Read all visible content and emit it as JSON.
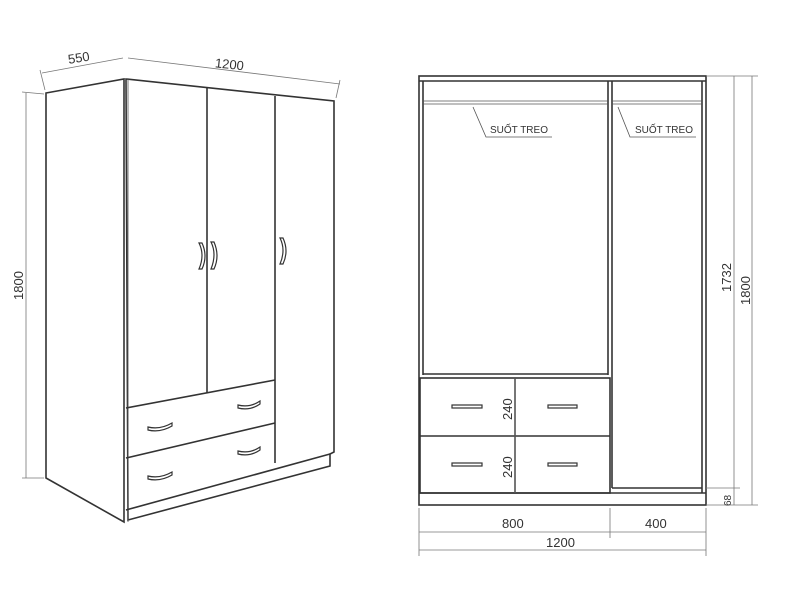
{
  "perspective_view": {
    "depth_label": "550",
    "width_label": "1200",
    "height_label": "1800"
  },
  "front_view": {
    "rail_labels": [
      "SUỐT TREO",
      "SUỐT TREO"
    ],
    "drawer_height_labels": [
      "240",
      "240"
    ],
    "inner_height_label": "1732",
    "total_height_label": "1800",
    "base_height_label": "68",
    "left_width_label": "800",
    "right_width_label": "400",
    "total_width_label": "1200"
  },
  "colors": {
    "line": "#333333",
    "background": "#ffffff"
  }
}
